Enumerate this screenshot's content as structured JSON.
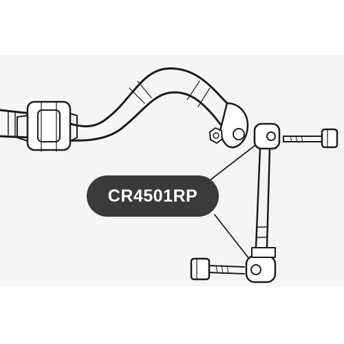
{
  "part_label": {
    "text": "CR4501RP",
    "background_color": "#3a3a3a",
    "text_color": "#ffffff"
  },
  "illustration": {
    "background_color": "#f5f5f5",
    "line_color": "#1a1a1a",
    "components": [
      "stabilizer-bar",
      "bar-bushing",
      "bar-end-eye",
      "nut",
      "upper-bolt",
      "stabilizer-link",
      "lower-bolt"
    ]
  }
}
